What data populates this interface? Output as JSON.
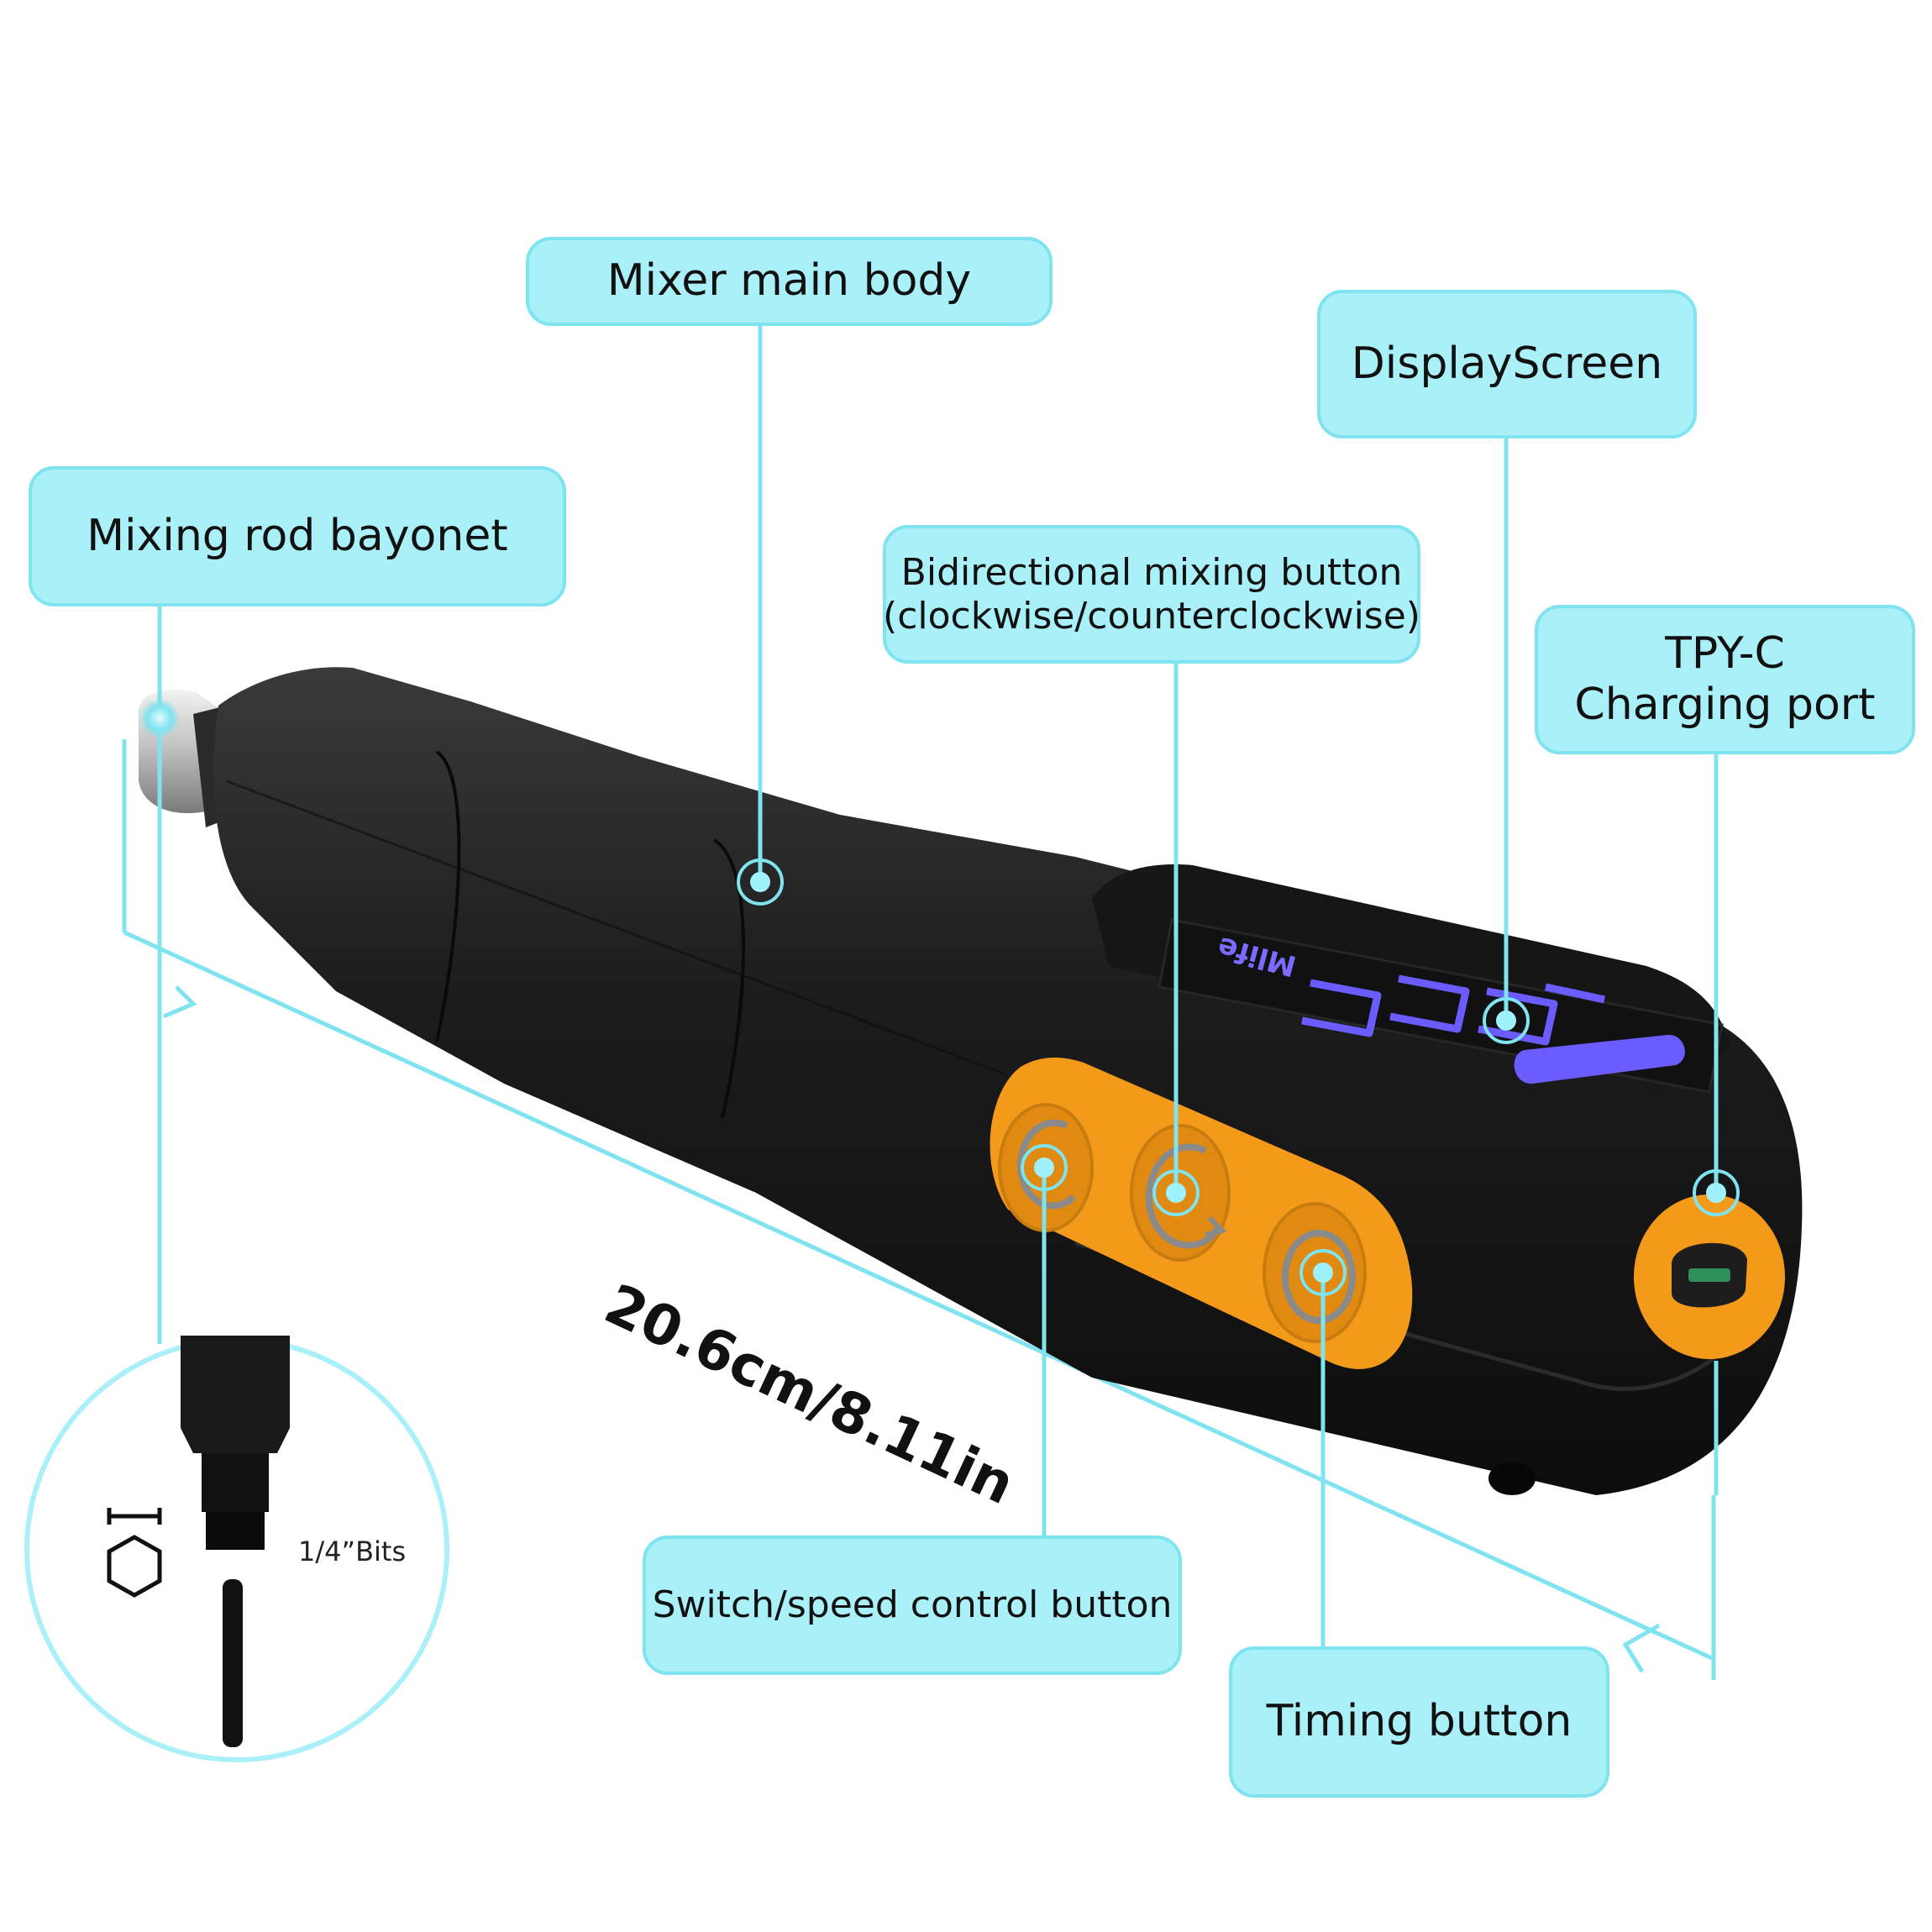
{
  "colors": {
    "callout_fill": "#aaf0f8",
    "callout_border": "#7fe3f0",
    "leader_line": "#7fe3f0",
    "device_body": "#1e1e1e",
    "button_panel": "#f39a1a",
    "display_glow": "#6a5cff"
  },
  "callouts": {
    "mixer_main_body": "Mixer main body",
    "display_screen": "DisplayScreen",
    "mixing_rod_bayonet": "Mixing rod bayonet",
    "bidirectional_button": "Bidirectional mixing button\n(clockwise/counterclockwise)",
    "charging_port": "TPY-C\nCharging port",
    "switch_speed_button": "Switch/speed control button",
    "timing_button": "Timing button"
  },
  "dimension": {
    "length_label": "20.6cm/8.11in"
  },
  "inset": {
    "bits_label": "1/4”Bits",
    "hex_icon": "hex-bit-icon"
  },
  "display": {
    "brand_text": "Mlife",
    "icons": [
      "battery-icon"
    ]
  },
  "icons": [
    "power-icon",
    "rotate-icon",
    "timer-icon",
    "usb-c-port-icon"
  ]
}
